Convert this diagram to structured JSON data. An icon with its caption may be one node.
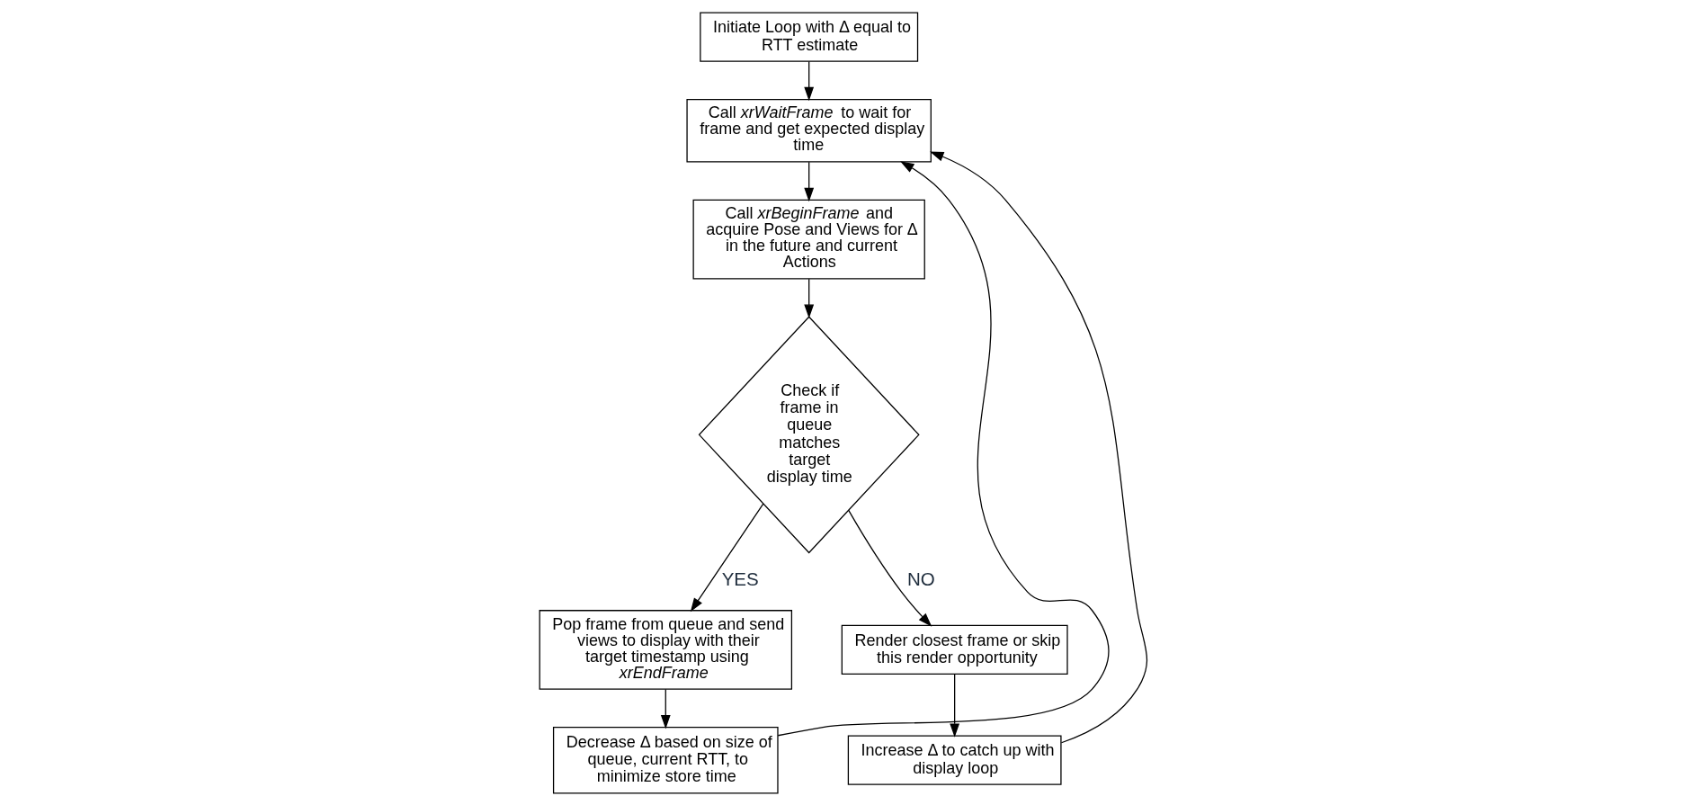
{
  "diagram": {
    "nodes": [
      {
        "text": [
          "Initiate Loop with Δ equal to RTT estimate"
        ]
      },
      {
        "text": [
          "Call *xrWaitFrame* to wait for frame and get expected display time"
        ]
      },
      {
        "text": [
          "Call *xrBeginFrame* and acquire Pose and Views for Δ in the future and current Actions"
        ]
      },
      {
        "text": [
          "Check if frame in queue matches target display time"
        ]
      },
      {
        "text": [
          "Pop frame from queue and send views to display with their target timestamp using *xrEndFrame*"
        ]
      },
      {
        "text": [
          "Decrease Δ based on size of queue, current RTT, to minimize store time"
        ]
      },
      {
        "text": [
          "Render closest frame or skip this render opportunity"
        ]
      },
      {
        "text": [
          "Increase Δ to catch up with display loop"
        ]
      }
    ],
    "edges": [
      {
        "from": 0,
        "to": 1,
        "arrow": "to"
      },
      {
        "from": 1,
        "to": 2,
        "arrow": "to"
      },
      {
        "from": 2,
        "to": 3,
        "arrow": "to"
      },
      {
        "from": 3,
        "to": 4,
        "arrow": "to",
        "label": "YES"
      },
      {
        "from": 4,
        "to": 5,
        "arrow": "to"
      },
      {
        "from": 5,
        "to": 1,
        "arrow": "to"
      },
      {
        "from": 3,
        "to": 6,
        "arrow": "to",
        "label": "NO"
      },
      {
        "from": 6,
        "to": 7,
        "arrow": "to"
      },
      {
        "from": 7,
        "to": 1,
        "arrow": "to"
      }
    ]
  }
}
